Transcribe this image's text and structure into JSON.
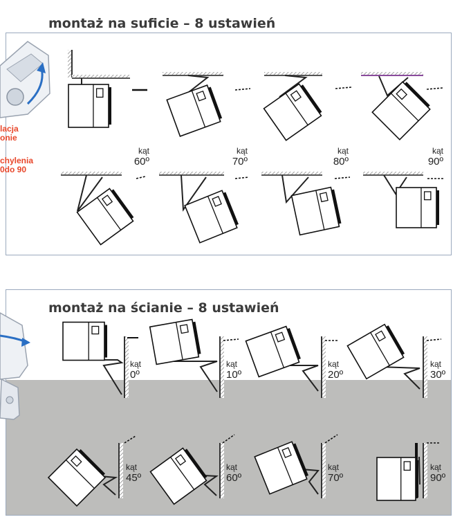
{
  "titles": {
    "ceiling": "montaż na suficie – 8 ustawień",
    "wall": "montaż na ścianie – 8 ustawień"
  },
  "side_notes": {
    "line1": "lacja",
    "line2": "onie",
    "line3": "chylenia",
    "line4": "0do 90"
  },
  "ceiling_labels": [
    {
      "word": "kąt",
      "value": "60º"
    },
    {
      "word": "kąt",
      "value": "70º"
    },
    {
      "word": "kąt",
      "value": "80º"
    },
    {
      "word": "kąt",
      "value": "90º"
    }
  ],
  "wall_labels": [
    {
      "word": "kąt",
      "value": "0º"
    },
    {
      "word": "kąt",
      "value": "10º"
    },
    {
      "word": "kąt",
      "value": "20º"
    },
    {
      "word": "kąt",
      "value": "30º"
    },
    {
      "word": "kąt",
      "value": "45º"
    },
    {
      "word": "kąt",
      "value": "60º"
    },
    {
      "word": "kąt",
      "value": "70º"
    },
    {
      "word": "kąt",
      "value": "90º"
    }
  ],
  "colors": {
    "panel_border": "#9aa9bd",
    "wall_background": "#bdbdbb",
    "accent_red": "#e8462a",
    "accent_blue": "#2a6fc4",
    "bracket_purple": "#8a4b9c"
  }
}
